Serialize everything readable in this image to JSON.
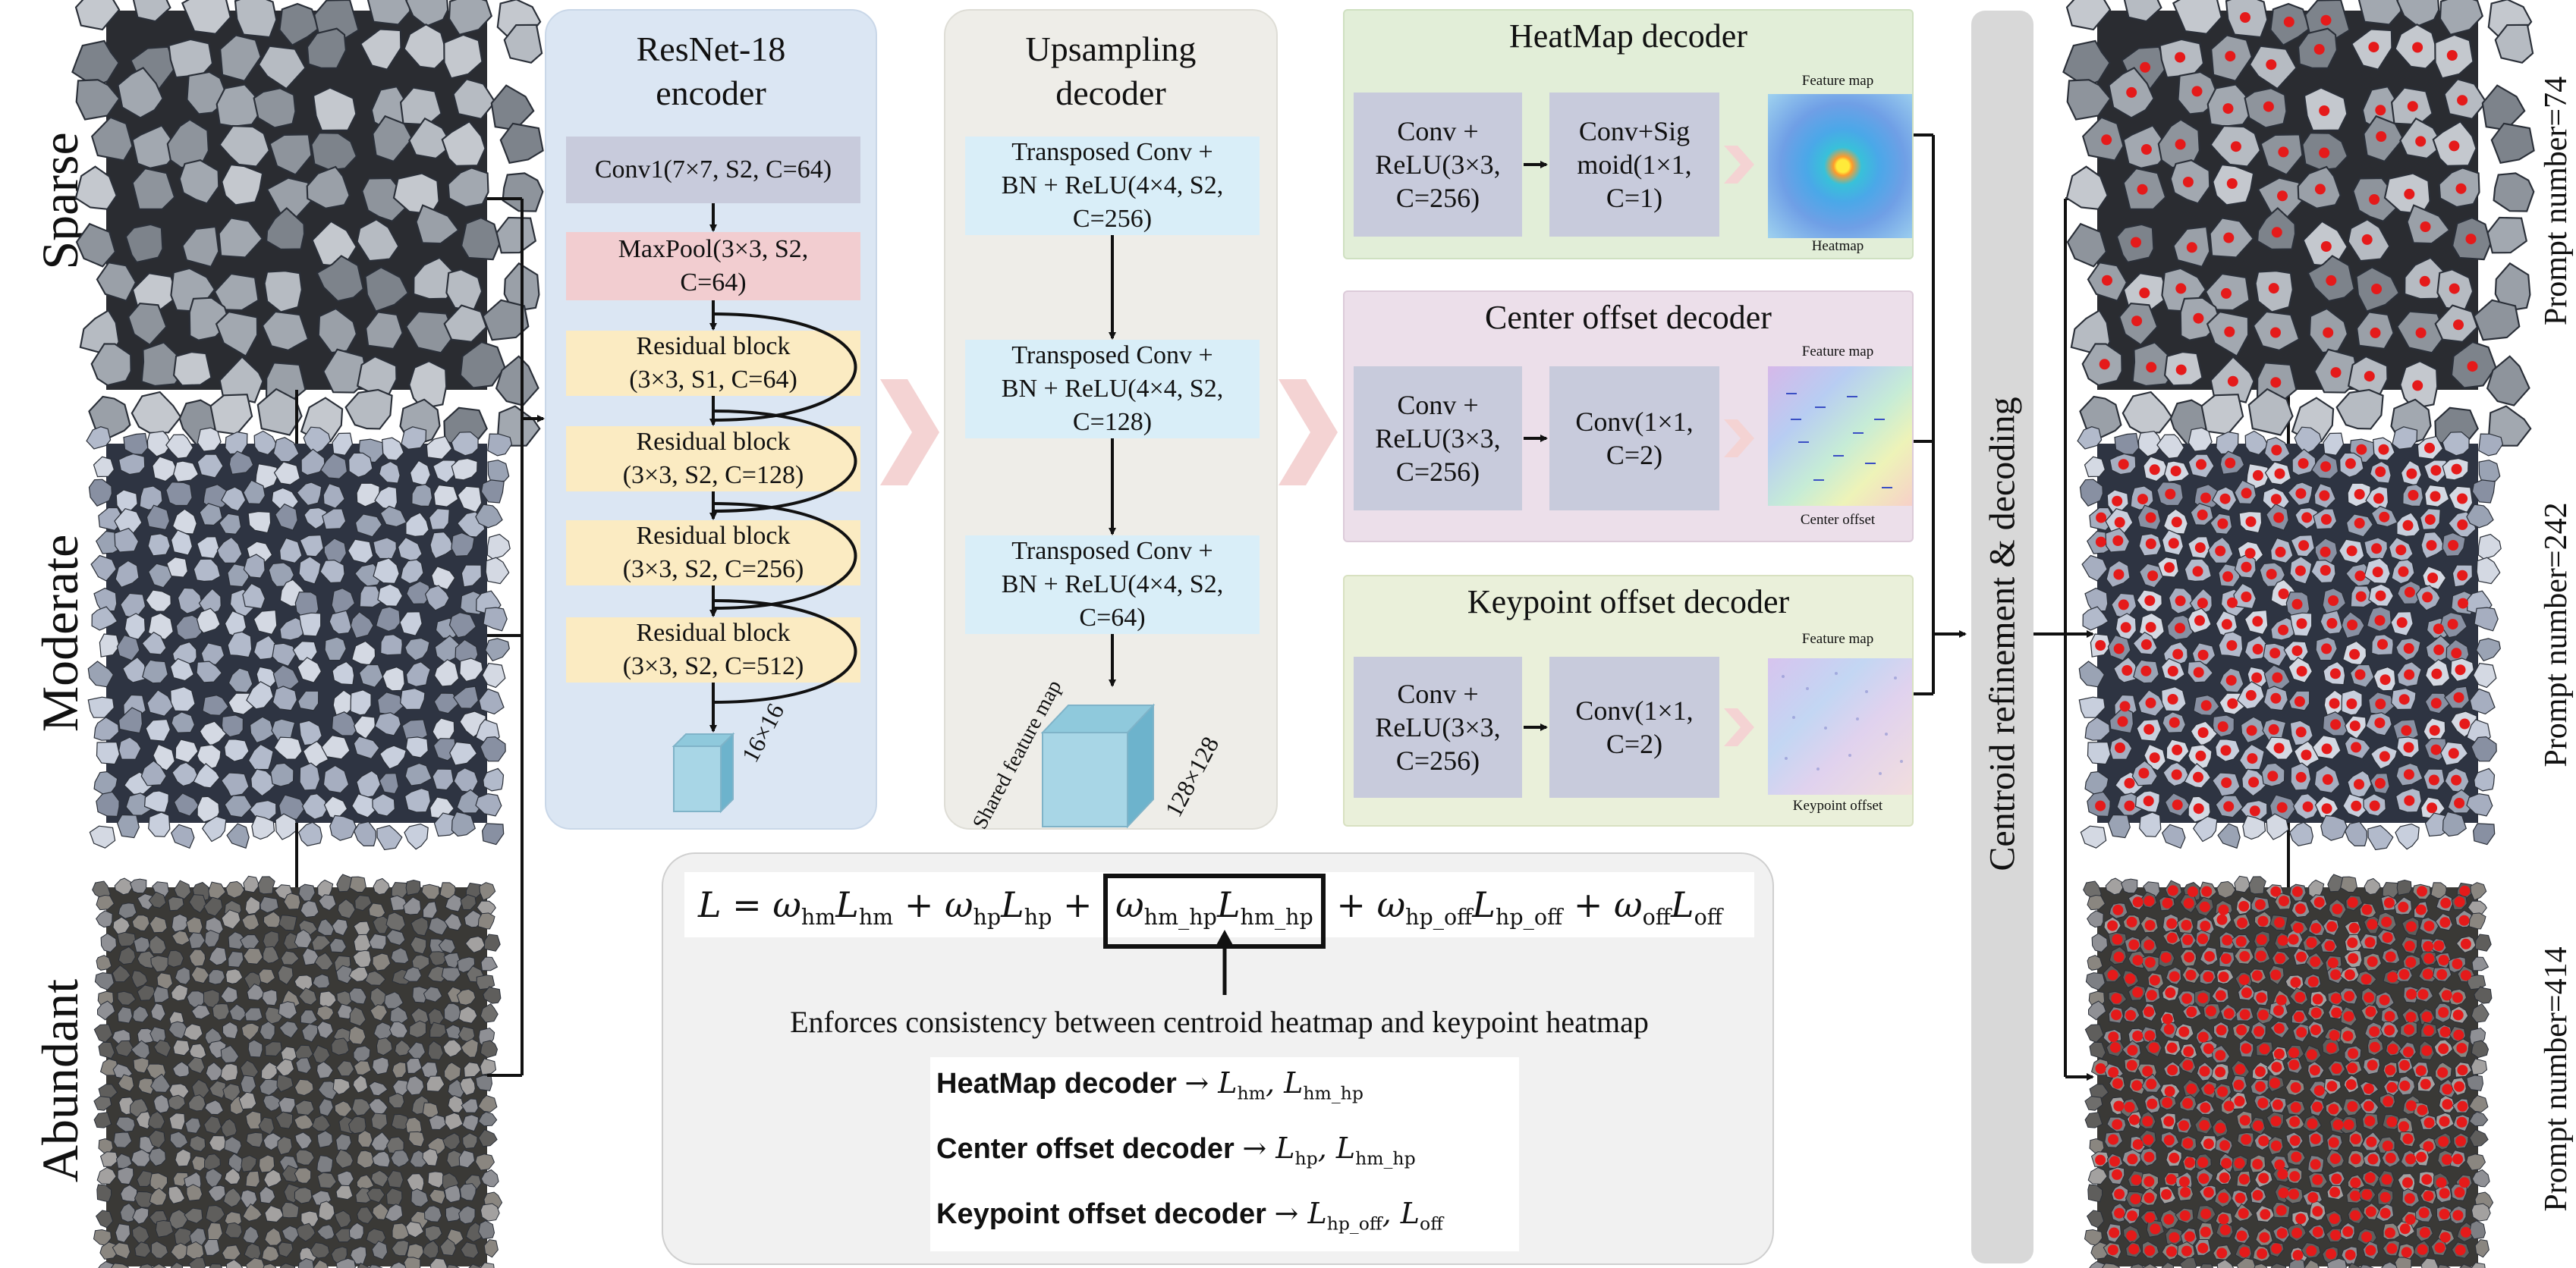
{
  "rows": [
    {
      "label": "Sparse",
      "prompt": "Prompt number=74"
    },
    {
      "label": "Moderate",
      "prompt": "Prompt number=242"
    },
    {
      "label": "Abundant",
      "prompt": "Prompt number=414"
    }
  ],
  "encoder": {
    "title_line1": "ResNet-18",
    "title_line2": "encoder",
    "conv1": "Conv1(7×7, S2, C=64)",
    "maxpool_line1": "MaxPool(3×3, S2,",
    "maxpool_line2": "C=64)",
    "res1_line1": "Residual block",
    "res1_line2": "(3×3, S1, C=64)",
    "res2_line1": "Residual block",
    "res2_line2": "(3×3, S2, C=128)",
    "res3_line1": "Residual block",
    "res3_line2": "(3×3, S2, C=256)",
    "res4_line1": "Residual block",
    "res4_line2": "(3×3, S2, C=512)",
    "feature_size": "16×16"
  },
  "upsampler": {
    "title_line1": "Upsampling",
    "title_line2": "decoder",
    "t1_line1": "Transposed Conv +",
    "t1_line2": "BN + ReLU(4×4, S2,",
    "t1_line3": "C=256)",
    "t2_line1": "Transposed Conv +",
    "t2_line2": "BN + ReLU(4×4, S2,",
    "t2_line3": "C=128)",
    "t3_line1": "Transposed Conv +",
    "t3_line2": "BN + ReLU(4×4, S2,",
    "t3_line3": "C=64)",
    "shared_label": "Shared feature map",
    "feature_size": "128×128"
  },
  "heatmap_decoder": {
    "title": "HeatMap decoder",
    "b1_line1": "Conv +",
    "b1_line2": "ReLU(3×3,",
    "b1_line3": "C=256)",
    "b2_line1": "Conv+Sig",
    "b2_line2": "moid(1×1,",
    "b2_line3": "C=1)",
    "top_caption": "Feature map",
    "bottom_caption": "Heatmap"
  },
  "center_decoder": {
    "title": "Center offset decoder",
    "b1_line1": "Conv +",
    "b1_line2": "ReLU(3×3,",
    "b1_line3": "C=256)",
    "b2_line1": "Conv(1×1,",
    "b2_line2": "C=2)",
    "top_caption": "Feature map",
    "bottom_caption": "Center offset"
  },
  "keypoint_decoder": {
    "title": "Keypoint offset decoder",
    "b1_line1": "Conv +",
    "b1_line2": "ReLU(3×3,",
    "b1_line3": "C=256)",
    "b2_line1": "Conv(1×1,",
    "b2_line2": "C=2)",
    "top_caption": "Feature map",
    "bottom_caption": "Keypoint offset"
  },
  "refinement_label": "Centroid refinement & decoding",
  "loss": {
    "consistency_note": "Enforces consistency between centroid heatmap and keypoint heatmap",
    "map1_name": "HeatMap decoder",
    "map2_name": "Center offset decoder",
    "map3_name": "Keypoint offset decoder"
  },
  "colors": {
    "encoder_panel": "#dbe6f3",
    "upsampler_panel": "#eeede8",
    "heatmap_panel": "#e2eed8",
    "center_panel": "#ecdfea",
    "keypoint_panel": "#eaf0da",
    "conv_block": "#c8cbdc",
    "maxpool_block": "#f2cdd0",
    "residual_block": "#fbebc2",
    "transposed_block": "#d9eef8",
    "refinement_bar": "#d8d8d8",
    "loss_panel": "#f1f1f1",
    "arrow_chevron": "#f4d3d3",
    "dot_red": "#e51a1a"
  }
}
